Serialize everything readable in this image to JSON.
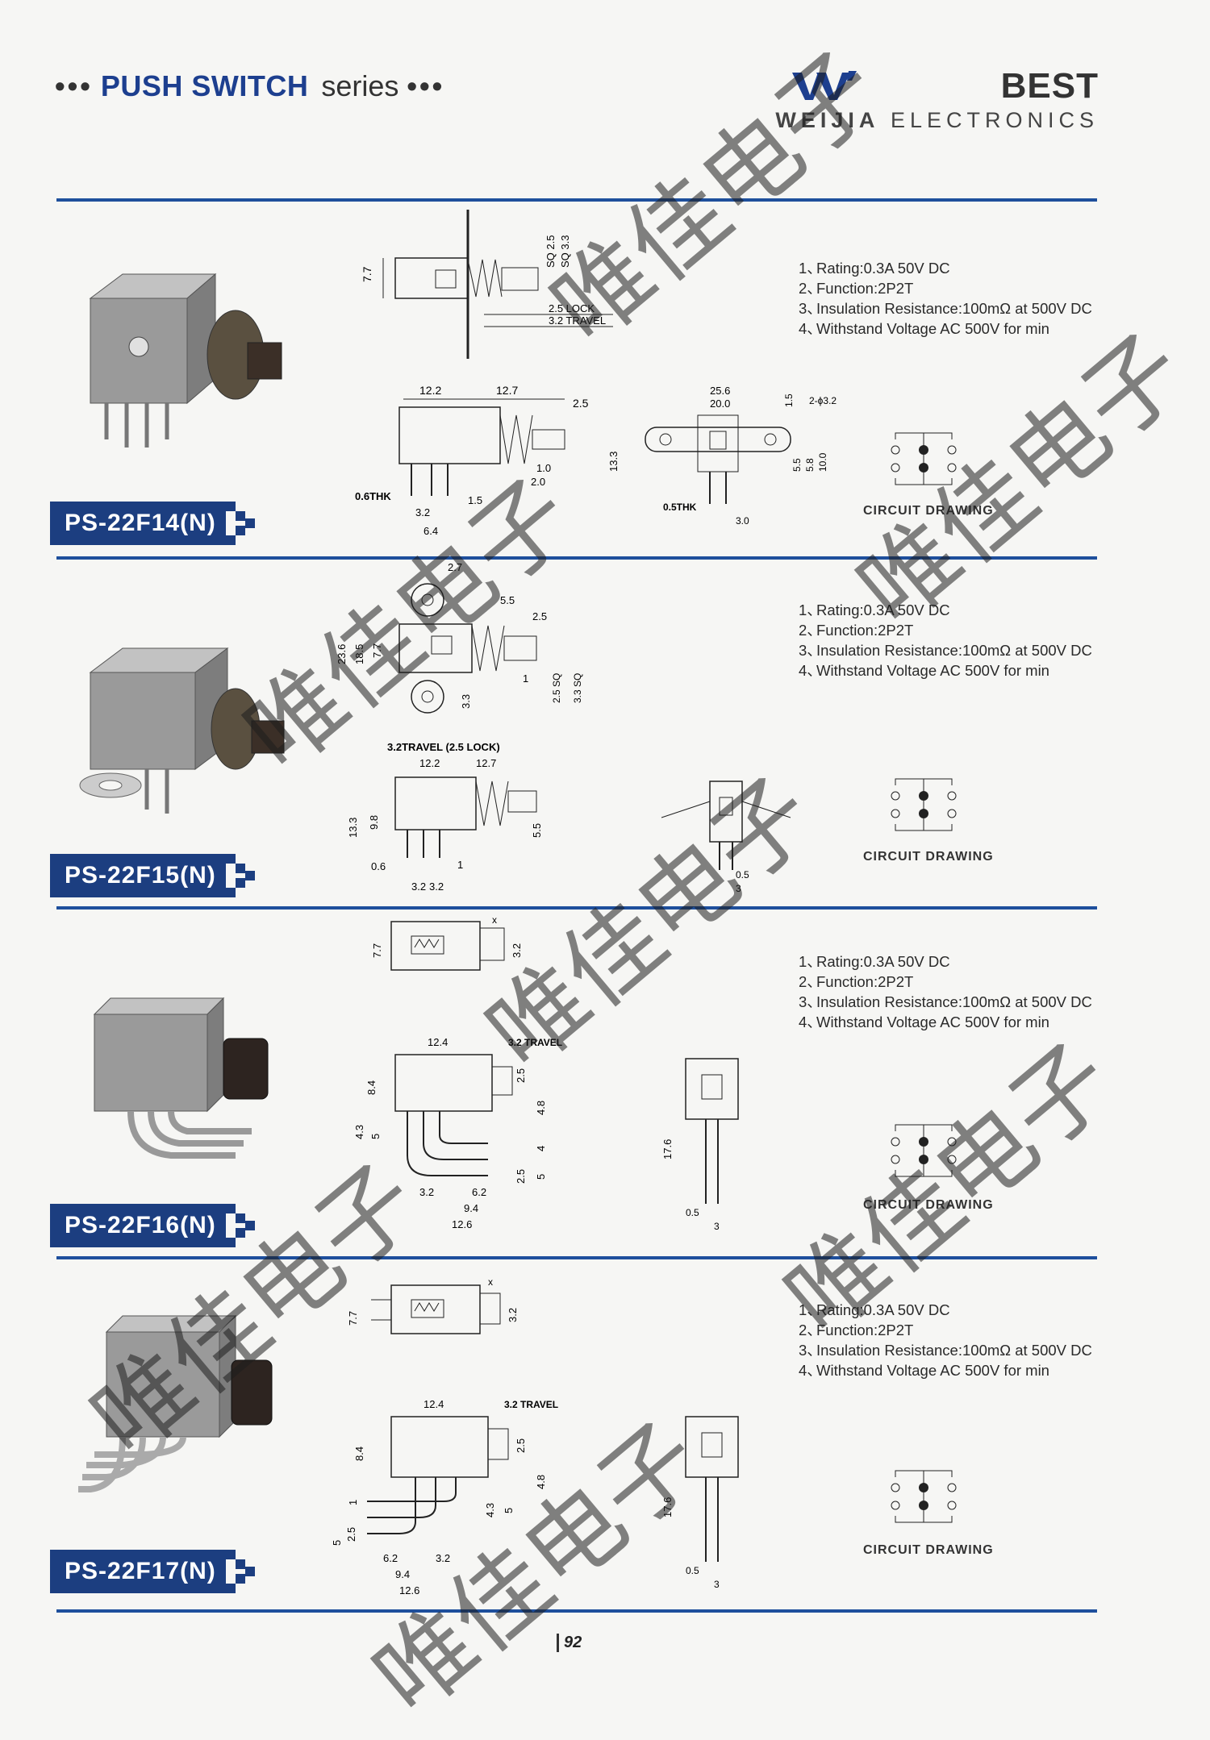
{
  "header": {
    "title_dots_left": "•••",
    "title_bold": "PUSH SWITCH",
    "title_rest": "series",
    "title_dots_right": "•••",
    "brand": "BEST",
    "brand_sub_bold": "WEIJIA",
    "brand_sub_rest": "ELECTRONICS"
  },
  "circuit_label": "CIRCUIT DRAWING",
  "sections": [
    {
      "model": "PS-22F14(N)",
      "specs": [
        "Rating:0.3A 50V DC",
        "Function:2P2T",
        "Insulation Resistance:100mΩ at 500V DC",
        "Withstand Voltage AC 500V for min"
      ],
      "dims": {
        "a": "7.7",
        "b": "SQ 2.5",
        "c": "SQ 3.3",
        "d": "2.5 LOCK",
        "e": "3.2 TRAVEL",
        "f": "12.2",
        "g": "12.7",
        "h": "2.5",
        "i": "1.0",
        "j": "2.0",
        "k": "0.6THK",
        "l": "3.2",
        "m": "1.5",
        "n": "6.4",
        "o": "25.6",
        "p": "20.0",
        "q": "1.5",
        "r": "2-ϕ3.2",
        "s": "13.3",
        "t": "5.5",
        "u": "5.8",
        "v": "10.0",
        "w": "0.5THK",
        "x": "3.0"
      }
    },
    {
      "model": "PS-22F15(N)",
      "specs": [
        "Rating:0.3A 50V DC",
        "Function:2P2T",
        "Insulation Resistance:100mΩ at 500V DC",
        "Withstand Voltage AC 500V for min"
      ],
      "dims": {
        "a": "2.7",
        "b": "5.5",
        "c": "2.5",
        "d": "23.6",
        "e": "18.5",
        "f": "7.7",
        "g": "1",
        "h": "3.3",
        "i": "2.5 SQ",
        "j": "3.3 SQ",
        "k": "3.2TRAVEL (2.5 LOCK)",
        "l": "12.2",
        "m": "12.7",
        "n": "13.3",
        "o": "9.8",
        "p": "5.5",
        "q": "0.6",
        "r": "1",
        "s": "3.2",
        "t": "3.2",
        "u": "0.5",
        "v": "3"
      }
    },
    {
      "model": "PS-22F16(N)",
      "specs": [
        "Rating:0.3A 50V DC",
        "Function:2P2T",
        "Insulation Resistance:100mΩ at 500V DC",
        "Withstand Voltage AC 500V for min"
      ],
      "dims": {
        "a": "7.7",
        "b": "x",
        "c": "3.2",
        "d": "12.4",
        "e": "3.2 TRAVEL",
        "f": "8.4",
        "g": "2.5",
        "h": "4.8",
        "i": "4.3",
        "j": "5",
        "k": "4",
        "l": "2.5",
        "m": "5",
        "n": "3.2",
        "o": "6.2",
        "p": "9.4",
        "q": "12.6",
        "r": "17.6",
        "s": "0.5",
        "t": "3"
      }
    },
    {
      "model": "PS-22F17(N)",
      "specs": [
        "Rating:0.3A 50V DC",
        "Function:2P2T",
        "Insulation Resistance:100mΩ at 500V DC",
        "Withstand Voltage AC 500V for min"
      ],
      "dims": {
        "a": "7.7",
        "b": "x",
        "c": "3.2",
        "d": "12.4",
        "e": "3.2 TRAVEL",
        "f": "8.4",
        "g": "2.5",
        "h": "4.8",
        "i": "4.3",
        "j": "1",
        "k": "5",
        "l": "2.5",
        "m": "5",
        "n": "6.2",
        "o": "3.2",
        "p": "9.4",
        "q": "12.6",
        "r": "17.6",
        "s": "0.5",
        "t": "3"
      }
    }
  ],
  "page_number": "92",
  "watermark": "唯佳电子"
}
